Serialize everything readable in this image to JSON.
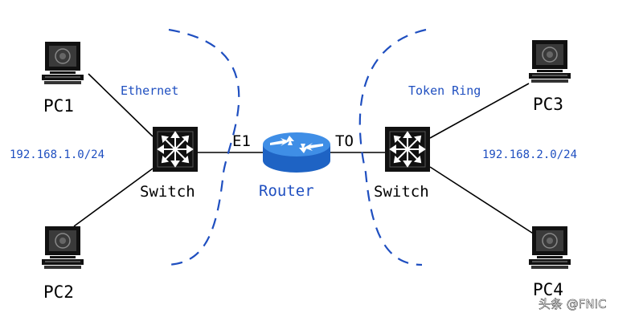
{
  "nodes": {
    "pc1": {
      "label": "PC1",
      "icon": "computer-icon"
    },
    "pc2": {
      "label": "PC2",
      "icon": "computer-icon"
    },
    "pc3": {
      "label": "PC3",
      "icon": "computer-icon"
    },
    "pc4": {
      "label": "PC4",
      "icon": "computer-icon"
    },
    "switch_left": {
      "label": "Switch",
      "icon": "switch-icon"
    },
    "switch_right": {
      "label": "Switch",
      "icon": "switch-icon"
    },
    "router": {
      "label": "Router",
      "icon": "router-icon"
    }
  },
  "interfaces": {
    "left": "E1",
    "right": "TO"
  },
  "networks": {
    "left": {
      "type": "Ethernet",
      "subnet": "192.168.1.0/24"
    },
    "right": {
      "type": "Token Ring",
      "subnet": "192.168.2.0/24"
    }
  },
  "watermark": "头条 @FNIC",
  "colors": {
    "accent": "#1f4fc0",
    "router": "#2a7ad8",
    "line": "#000000"
  }
}
